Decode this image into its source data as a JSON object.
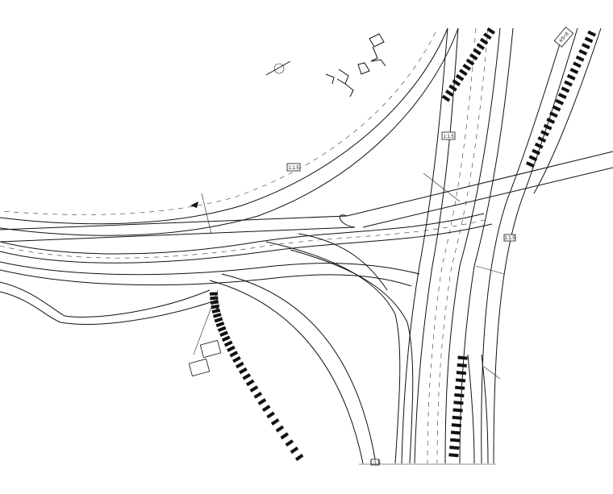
{
  "drawing": {
    "labels": [
      "K5+8",
      "1:1.5",
      "1:1.5",
      "1:1.5"
    ],
    "corner_label": "1:1.5"
  }
}
